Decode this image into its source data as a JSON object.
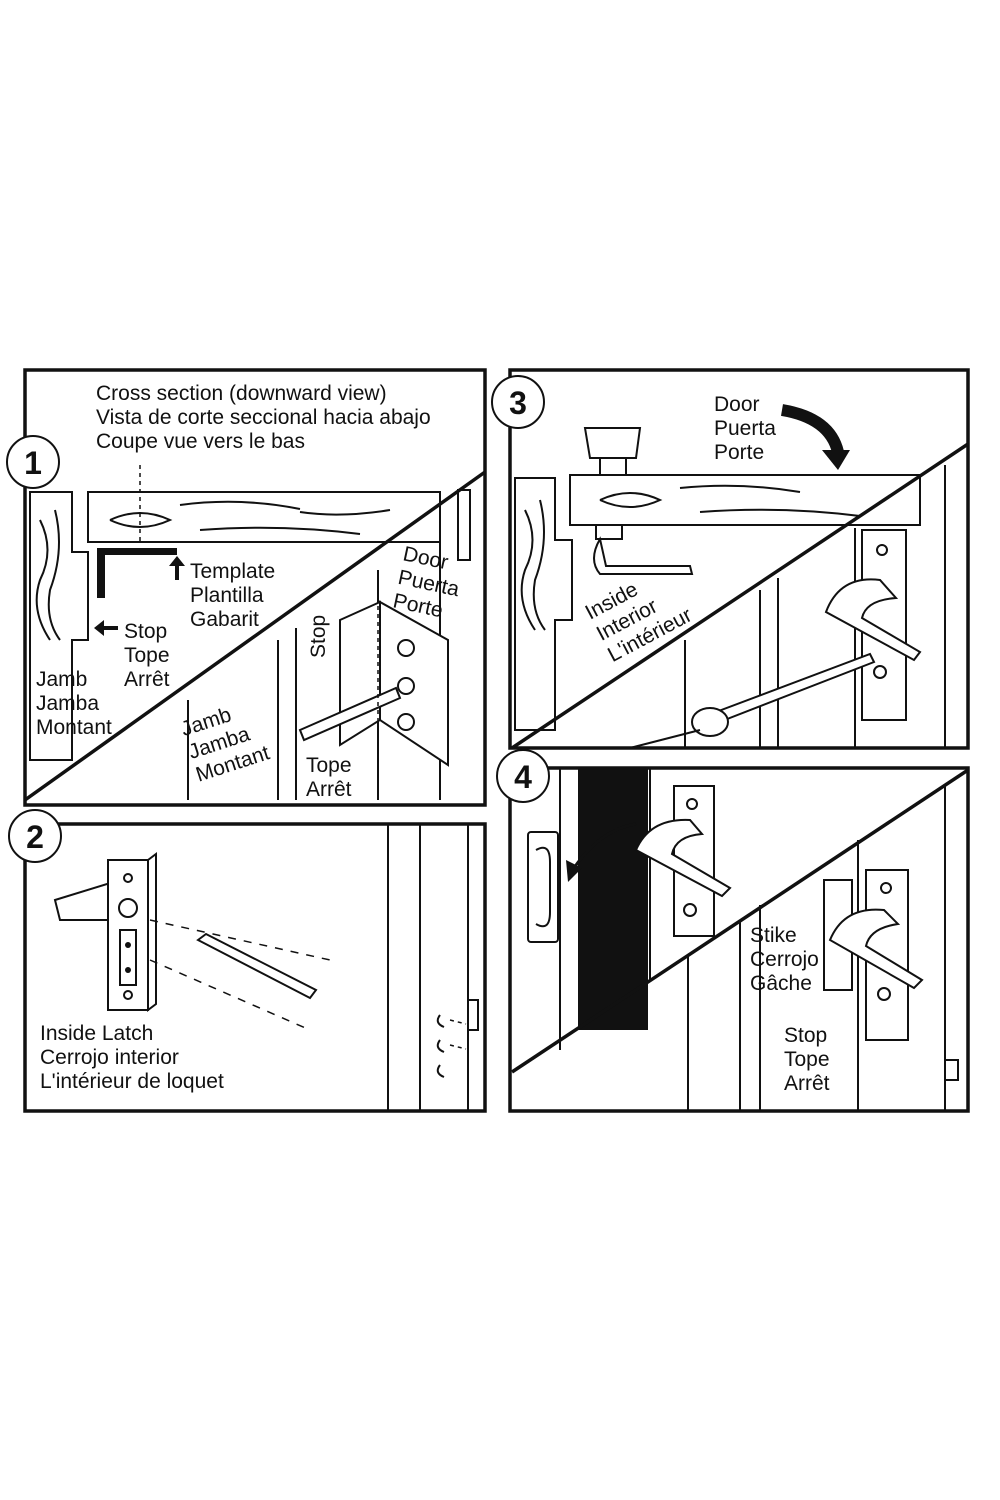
{
  "panels": {
    "p1": {
      "number": "1",
      "cross_section": [
        "Cross section (downward view)",
        "Vista de corte seccional hacia abajo",
        "Coupe vue vers le bas"
      ],
      "template": [
        "Template",
        "Plantilla",
        "Gabarit"
      ],
      "stop_top": [
        "Stop",
        "Tope",
        "Arrêt"
      ],
      "jamb_left": [
        "Jamb",
        "Jamba",
        "Montant"
      ],
      "jamb_mid": [
        "Jamb",
        "Jamba",
        "Montant"
      ],
      "stop_vertical": "Stop",
      "door": [
        "Door",
        "Puerta",
        "Porte"
      ],
      "tope_arret": [
        "Tope",
        "Arrêt"
      ]
    },
    "p2": {
      "number": "2",
      "inside_latch": [
        "Inside Latch",
        "Cerrojo interior",
        "L'intérieur de loquet"
      ]
    },
    "p3": {
      "number": "3",
      "door": [
        "Door",
        "Puerta",
        "Porte"
      ],
      "inside": [
        "Inside",
        "Interior",
        "L'intérieur"
      ]
    },
    "p4": {
      "number": "4",
      "strike": [
        "Stike",
        "Cerrojo",
        "Gâche"
      ],
      "stop": [
        "Stop",
        "Tope",
        "Arrêt"
      ]
    }
  }
}
